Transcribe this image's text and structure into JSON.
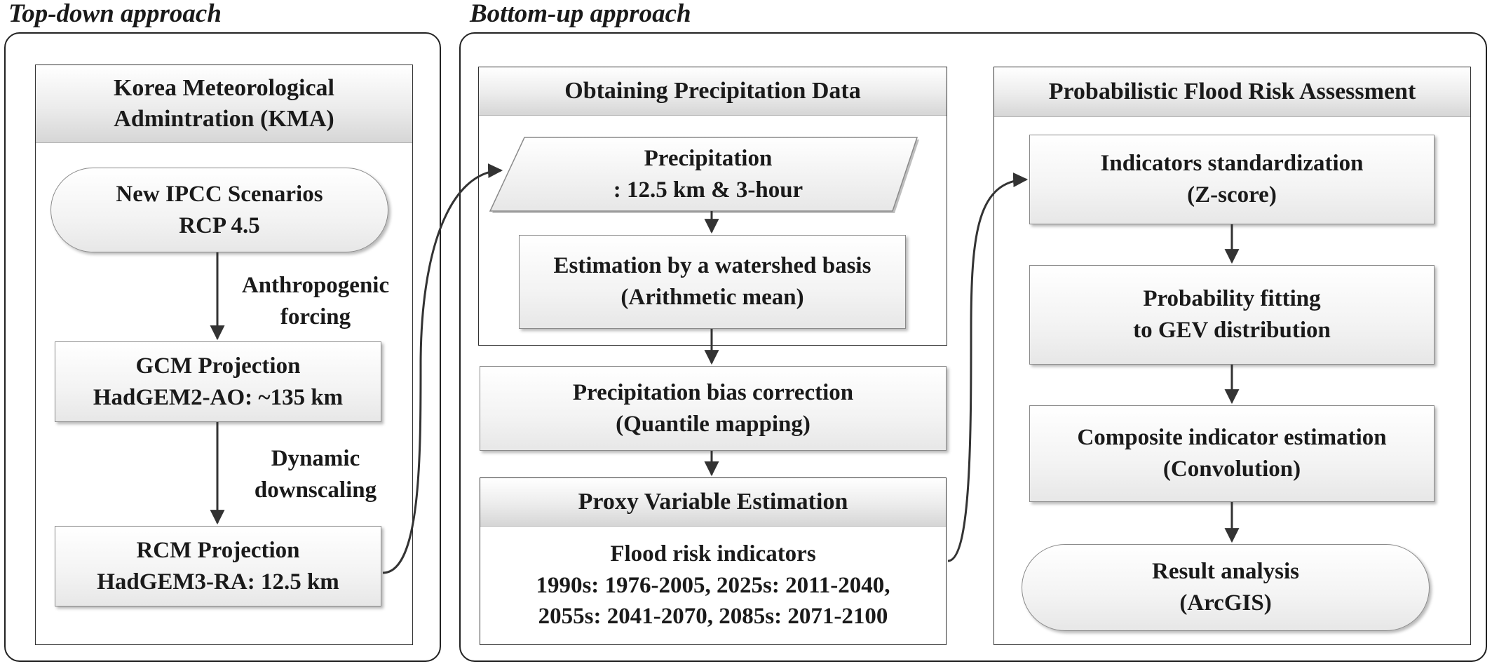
{
  "top_down": {
    "title": "Top-down approach",
    "header": [
      "Korea Meteorological",
      "Admintration (KMA)"
    ],
    "scenario": [
      "New IPCC Scenarios",
      "RCP 4.5"
    ],
    "forcing_label": [
      "Anthropogenic",
      "forcing"
    ],
    "gcm": [
      "GCM Projection",
      "HadGEM2-AO: ~135 km"
    ],
    "downscaling_label": [
      "Dynamic",
      "downscaling"
    ],
    "rcm": [
      "RCM Projection",
      "HadGEM3-RA: 12.5 km"
    ]
  },
  "bottom_up": {
    "title": "Bottom-up approach",
    "obtaining_header": "Obtaining Precipitation Data",
    "precipitation": [
      "Precipitation",
      ": 12.5 km & 3-hour"
    ],
    "watershed": [
      "Estimation by a watershed basis",
      "(Arithmetic mean)"
    ],
    "bias_correction": [
      "Precipitation bias correction",
      "(Quantile mapping)"
    ],
    "proxy_header": "Proxy Variable Estimation",
    "indicators": [
      "Flood risk indicators",
      "1990s: 1976-2005, 2025s: 2011-2040,",
      "2055s: 2041-2070, 2085s: 2071-2100"
    ]
  },
  "probabilistic": {
    "header": "Probabilistic Flood Risk Assessment",
    "standardization": [
      "Indicators standardization",
      "(Z-score)"
    ],
    "fitting": [
      "Probability fitting",
      "to GEV distribution"
    ],
    "composite": [
      "Composite indicator estimation",
      "(Convolution)"
    ],
    "result": [
      "Result analysis",
      "(ArcGIS)"
    ]
  }
}
